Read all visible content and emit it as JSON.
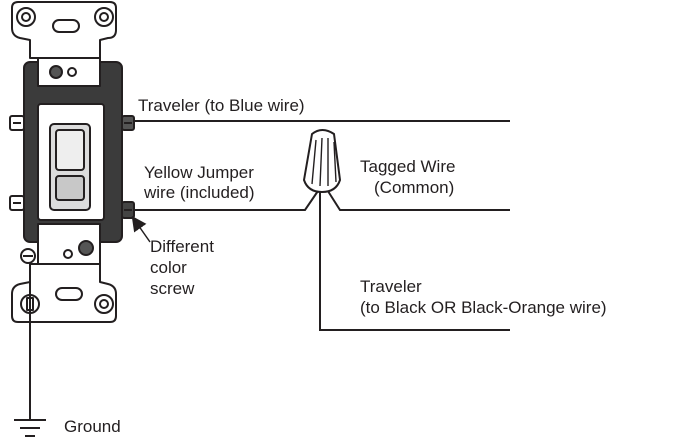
{
  "labels": {
    "traveler_blue": "Traveler (to Blue wire)",
    "yellow_jumper_line1": "Yellow Jumper",
    "yellow_jumper_line2": "wire (included)",
    "tagged_wire_line1": "Tagged Wire",
    "tagged_wire_line2": "(Common)",
    "different_line1": "Different",
    "different_line2": "color",
    "different_line3": "screw",
    "traveler_black_line1": "Traveler",
    "traveler_black_line2": "(to Black OR Black-Orange wire)",
    "ground": "Ground"
  },
  "icons": [
    "toggle-switch-icon",
    "wire-nut-icon",
    "ground-symbol-icon"
  ],
  "colors": {
    "line": "#231f20",
    "switch_body": "#3b3b3b",
    "strap": "#ffffff",
    "wire_nut": "#ffffff"
  }
}
